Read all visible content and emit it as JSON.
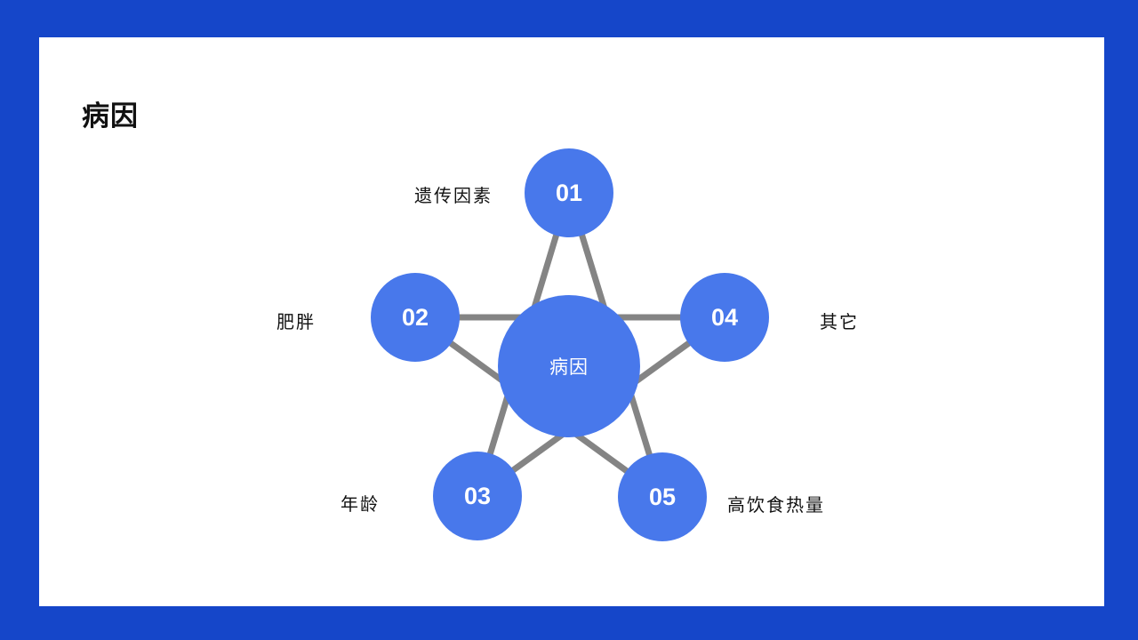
{
  "slide": {
    "title": "病因",
    "colors": {
      "frame": "#1546C9",
      "background": "#FFFFFF",
      "node_fill": "#4878EB",
      "node_text": "#FFFFFF",
      "connector": "#848484",
      "label_text": "#111111"
    },
    "diagram": {
      "type": "star-network",
      "center": {
        "label": "病因"
      },
      "nodes": [
        {
          "number": "01",
          "label": "遗传因素",
          "position": "top",
          "label_side": "left"
        },
        {
          "number": "02",
          "label": "肥胖",
          "position": "upper-left",
          "label_side": "left"
        },
        {
          "number": "03",
          "label": "年龄",
          "position": "lower-left",
          "label_side": "left"
        },
        {
          "number": "04",
          "label": "其它",
          "position": "upper-right",
          "label_side": "right"
        },
        {
          "number": "05",
          "label": "高饮食热量",
          "position": "lower-right",
          "label_side": "right"
        }
      ],
      "connections": [
        [
          "01",
          "05"
        ],
        [
          "05",
          "02"
        ],
        [
          "02",
          "04"
        ],
        [
          "04",
          "03"
        ],
        [
          "03",
          "01"
        ]
      ]
    }
  }
}
